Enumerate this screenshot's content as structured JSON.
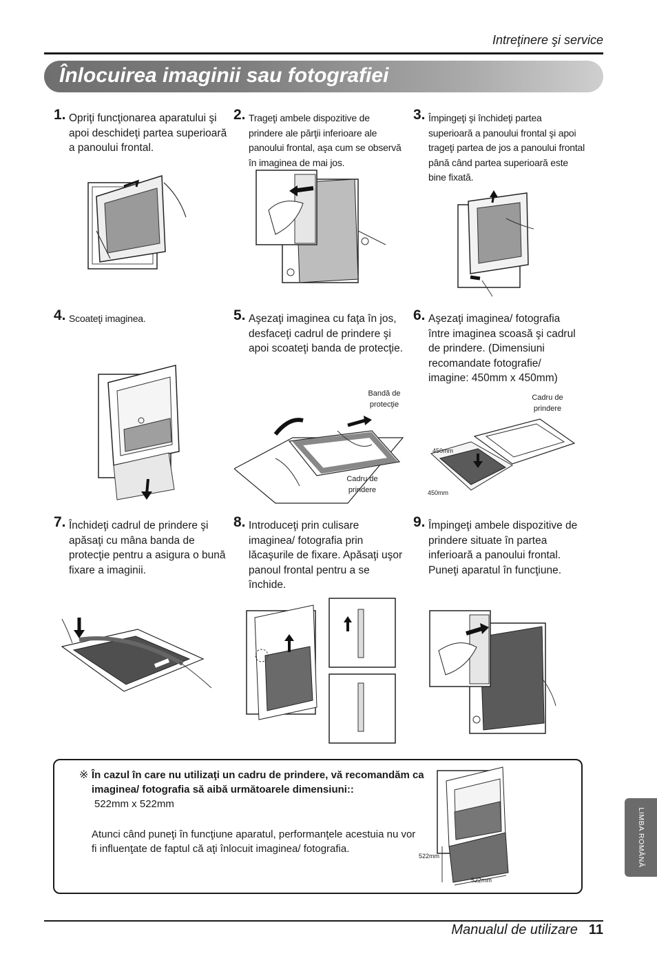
{
  "header": {
    "section": "Intreţinere şi service"
  },
  "title": "Înlocuirea imaginii sau fotografiei",
  "steps": [
    {
      "num": "1.",
      "text": "Opriţi funcţionarea aparatului şi apoi deschideţi partea superioară a panoului frontal."
    },
    {
      "num": "2.",
      "text": "Trageţi ambele dispozitive de prindere ale părţii inferioare ale panoului frontal, aşa cum se observă în imaginea de mai jos."
    },
    {
      "num": "3.",
      "text": "Împingeţi şi închideţi partea superioară a panoului frontal şi apoi trageţi partea de jos a panoului frontal până când partea superioară este bine fixată."
    },
    {
      "num": "4.",
      "text": "Scoateţi imaginea."
    },
    {
      "num": "5.",
      "text": "Aşezaţi imaginea cu faţa în jos, desfaceţi cadrul de prindere şi apoi scoateţi banda de protecţie."
    },
    {
      "num": "6.",
      "text": "Aşezaţi imaginea/ fotografia între imaginea scoasă şi cadrul de prindere. (Dimensiuni recomandate fotografie/ imagine: 450mm x 450mm)"
    },
    {
      "num": "7.",
      "text": "Închideţi cadrul de prindere şi apăsaţi cu mâna banda de protecţie pentru a asigura o bună fixare a imaginii."
    },
    {
      "num": "8.",
      "text": "Introduceţi prin culisare imaginea/ fotografia prin lăcaşurile de fixare. Apăsaţi uşor panoul frontal pentru a se închide."
    },
    {
      "num": "9.",
      "text": "Împingeţi ambele dispozitive de prindere situate în partea inferioară a panoului frontal. Puneţi aparatul în funcţiune."
    }
  ],
  "labels": {
    "protective_band": "Bandă de protecţie",
    "mounting_frame_5": "Cadru de prindere",
    "mounting_frame_6": "Cadru de prindere",
    "dim_450_a": "450mm",
    "dim_450_b": "450mm",
    "dim_522_a": "522mm",
    "dim_522_b": "522mm"
  },
  "note": {
    "symbol": "※",
    "bold": "În cazul în care nu utilizaţi un cadru de prindere, vă recomandăm ca imaginea/ fotografia să aibă următoarele dimensiuni::",
    "size": "522mm x 522mm",
    "paragraph": "Atunci când puneţi în funcţiune aparatul, performanţele acestuia nu vor fi influenţate de faptul că aţi înlocuit imaginea/ fotografia."
  },
  "side_tab": "LIMBA ROMÂNĂ",
  "footer": {
    "manual": "Manualul de utilizare",
    "page": "11"
  }
}
